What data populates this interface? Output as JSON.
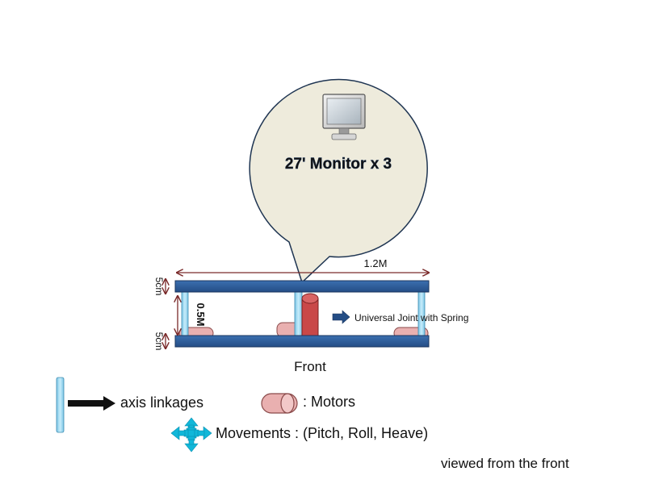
{
  "bubble": {
    "caption": "27' Monitor x 3"
  },
  "dimensions": {
    "width": "1.2M",
    "height": "0.5M",
    "top_plate": "5cm",
    "bottom_plate": "5cm"
  },
  "labels": {
    "universal_joint": "Universal Joint with Spring",
    "front": "Front"
  },
  "legend": {
    "axis_linkages": "axis linkages",
    "motors": ": Motors",
    "movements": "Movements : (Pitch, Roll, Heave)"
  },
  "footer": {
    "view_note": "viewed from the front"
  },
  "colors": {
    "plate": "#2f5f9e",
    "rod": "#a9dcf2",
    "motor": "#e9b0b0",
    "bubble_fill": "#eeebdc",
    "dimension_arrow": "#7a2a2a",
    "move_arrow": "#11b7d9"
  },
  "icons": {
    "monitor": "monitor-icon",
    "movement": "four-way-arrow-icon"
  }
}
